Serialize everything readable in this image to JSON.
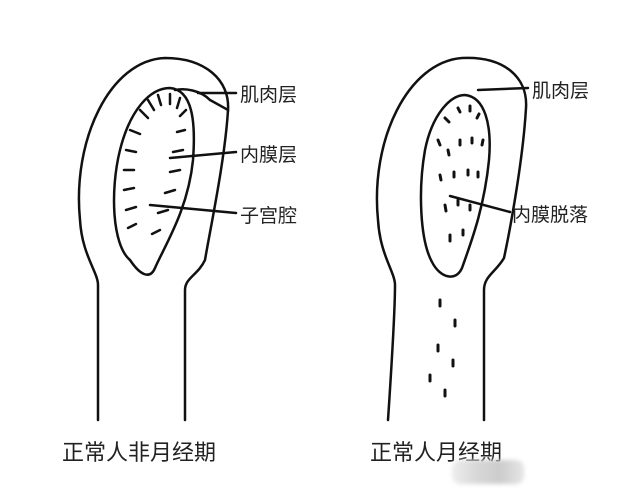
{
  "left_diagram": {
    "labels": [
      "肌肉层",
      "内膜层",
      "子宫腔"
    ],
    "caption": "正常人非月经期"
  },
  "right_diagram": {
    "labels": [
      "肌肉层",
      "内膜脱落"
    ],
    "caption": "正常人月经期"
  }
}
